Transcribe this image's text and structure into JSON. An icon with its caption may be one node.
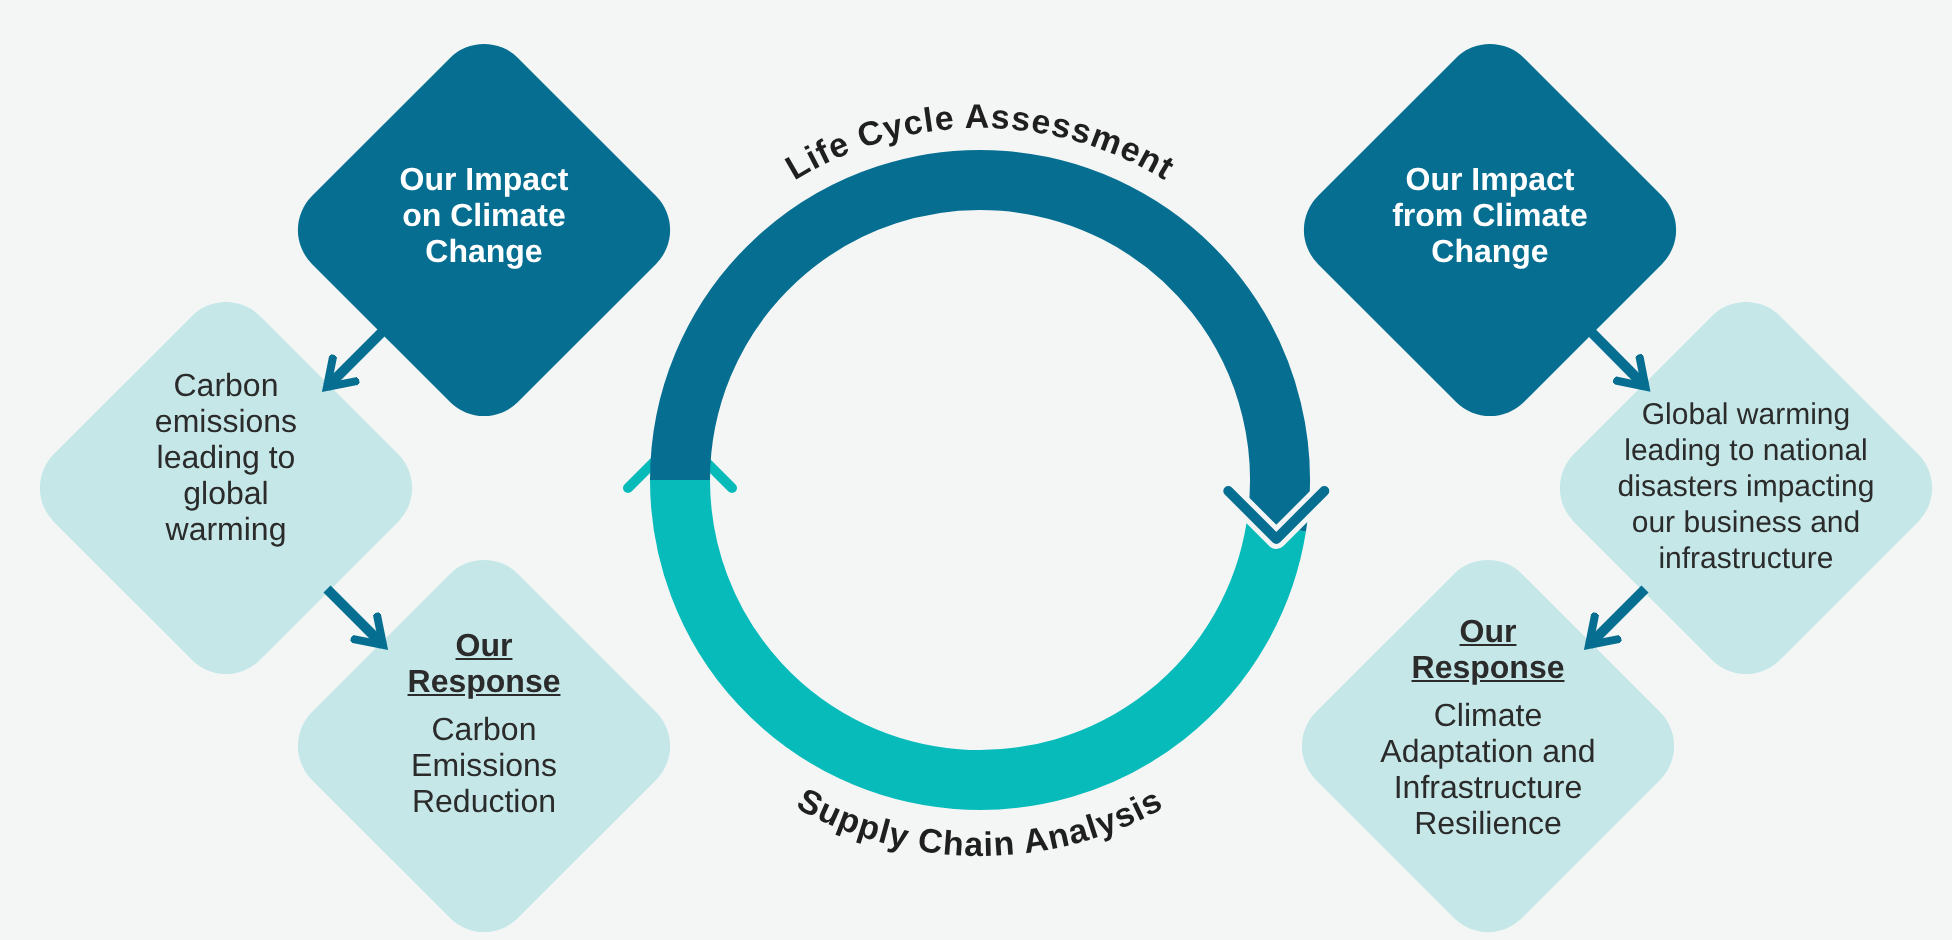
{
  "diagram": {
    "nodes": [
      {
        "text": [
          "Our Impact on Climate Change"
        ]
      },
      {
        "text": [
          "Carbon emissions leading to global warming"
        ]
      },
      {
        "text": [
          "Our Response",
          "Carbon Emissions Reduction"
        ]
      },
      {
        "text": [
          "Our Impact from Climate Change"
        ]
      },
      {
        "text": [
          "Global warming leading to national disasters impacting our business and infrastructure"
        ]
      },
      {
        "text": [
          "Our Response",
          "Climate Adaptation and Infrastructure Resilience"
        ]
      }
    ],
    "edges": [
      {
        "from": 0,
        "to": 1,
        "arrow": "to"
      },
      {
        "from": 1,
        "to": 2,
        "arrow": "to"
      },
      {
        "from": 3,
        "to": 4,
        "arrow": "to"
      },
      {
        "from": 4,
        "to": 5,
        "arrow": "to"
      }
    ],
    "labels": [
      "Life Cycle Assessment",
      "Supply Chain Analysis"
    ]
  }
}
